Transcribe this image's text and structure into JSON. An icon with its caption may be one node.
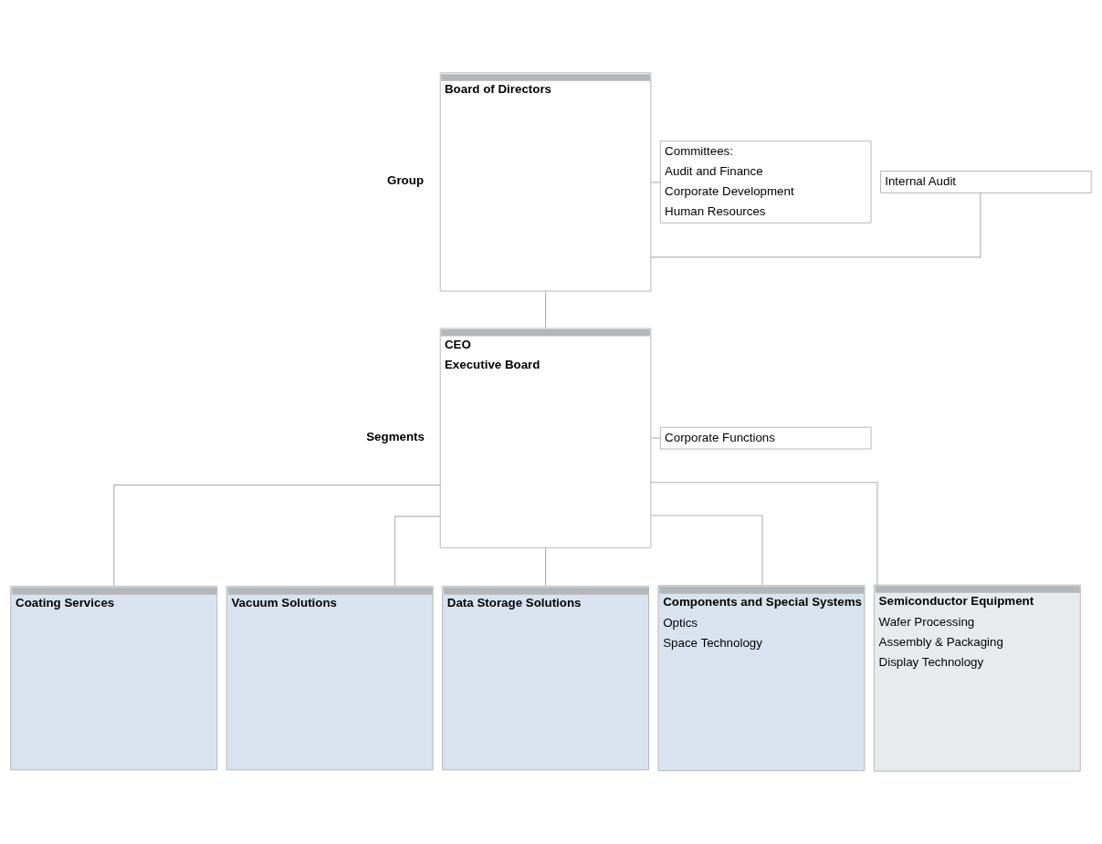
{
  "diagram": {
    "nodes": [
      {
        "text": [
          "Board of Directors"
        ]
      },
      {
        "text": [
          "Committees:",
          "Audit and Finance",
          "Corporate Development",
          "Human Resources"
        ]
      },
      {
        "text": [
          "Internal Audit"
        ]
      },
      {
        "text": [
          "CEO",
          "Executive Board"
        ]
      },
      {
        "text": [
          "Corporate Functions"
        ]
      },
      {
        "text": [
          "Coating Services"
        ]
      },
      {
        "text": [
          "Vacuum Solutions"
        ]
      },
      {
        "text": [
          "Data Storage Solutions"
        ]
      },
      {
        "text": [
          "Components and Special Systems",
          "Optics",
          "Space Technology"
        ]
      },
      {
        "text": [
          "Semiconductor Equipment",
          "Wafer Processing",
          "Assembly & Packaging",
          "Display Technology"
        ]
      }
    ],
    "edges": [
      {
        "from": 0,
        "to": 1,
        "arrow": "none"
      },
      {
        "from": 0,
        "to": 2,
        "arrow": "none"
      },
      {
        "from": 0,
        "to": 3,
        "arrow": "none"
      },
      {
        "from": 3,
        "to": 4,
        "arrow": "none"
      },
      {
        "from": 3,
        "to": 5,
        "arrow": "none"
      },
      {
        "from": 3,
        "to": 6,
        "arrow": "none"
      },
      {
        "from": 3,
        "to": 7,
        "arrow": "none"
      },
      {
        "from": 3,
        "to": 8,
        "arrow": "none"
      },
      {
        "from": 3,
        "to": 9,
        "arrow": "none"
      }
    ],
    "labels": [
      "Group",
      "Segments"
    ]
  }
}
